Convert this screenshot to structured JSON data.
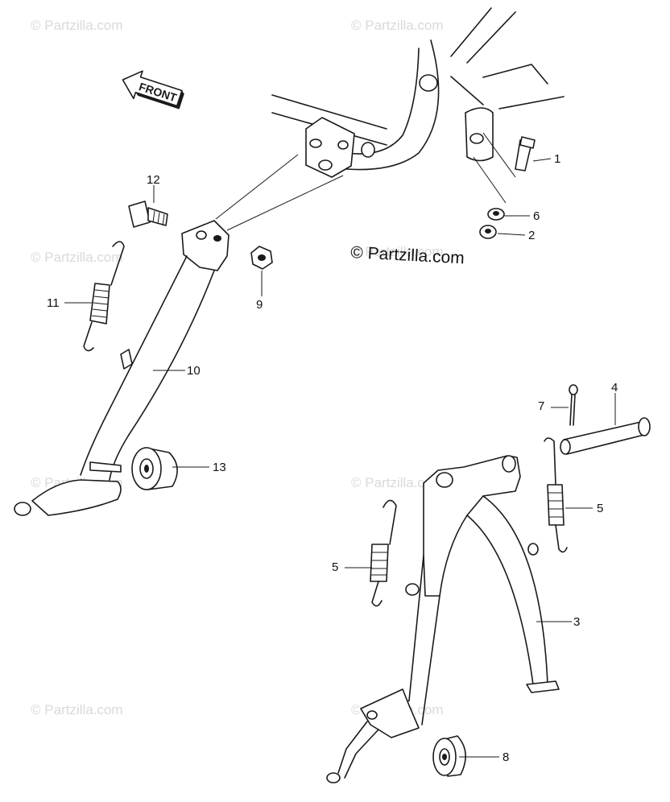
{
  "watermarks": [
    "© Partzilla.com",
    "© Partzilla.com",
    "© Partzilla.com",
    "© Partzilla.com",
    "© Partzilla.com",
    "© Partzilla.com",
    "© Partzilla.com",
    "© Partzilla.com"
  ],
  "copyright": "© Partzilla.com",
  "front_arrow_label": "FRONT",
  "callouts": [
    "1",
    "2",
    "3",
    "4",
    "5",
    "5",
    "6",
    "7",
    "8",
    "9",
    "10",
    "11",
    "12",
    "13"
  ],
  "colors": {
    "ink": "#1a1a1a",
    "watermark": "#d9d9d9",
    "background": "#ffffff"
  }
}
